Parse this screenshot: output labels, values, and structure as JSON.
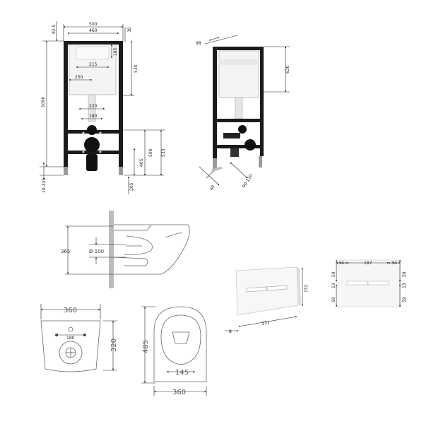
{
  "frame_front": {
    "dim_500": "500",
    "dim_460": "460",
    "dim_92_5": "92.5",
    "dim_30": "30",
    "dim_185": "185",
    "dim_530": "530",
    "dim_215": "215",
    "dim_250": "250",
    "dim_1090": "1090",
    "dim_220": "220",
    "dim_180": "180",
    "dim_500b": "500",
    "dim_533": "533",
    "dim_405": "405",
    "dim_205": "205",
    "dim_10_331": "10-331"
  },
  "frame_side": {
    "dim_98": "98",
    "dim_620": "620",
    "dim_40": "40",
    "dim_90_110": "90-110"
  },
  "bowl_side": {
    "dim_365": "365",
    "dim_100": "Ø 100"
  },
  "bowl_back": {
    "dim_360": "360",
    "dim_320": "320",
    "dim_180": "180"
  },
  "bowl_top": {
    "dim_485": "485",
    "dim_145": "145",
    "dim_360": "360"
  },
  "plate": {
    "dim_152": "152",
    "dim_8": "8",
    "dim_231": "231"
  },
  "plate_front": {
    "dim_34a": "34",
    "dim_167": "167",
    "dim_34b": "34",
    "dim_59a": "59",
    "dim_13": "13",
    "dim_59b": "59",
    "dim_59c": "59",
    "dim_13b": "13",
    "dim_59d": "59"
  },
  "colors": {
    "frame": "#1b1b1b",
    "line": "#222222",
    "tank": "#f4f4f4"
  }
}
